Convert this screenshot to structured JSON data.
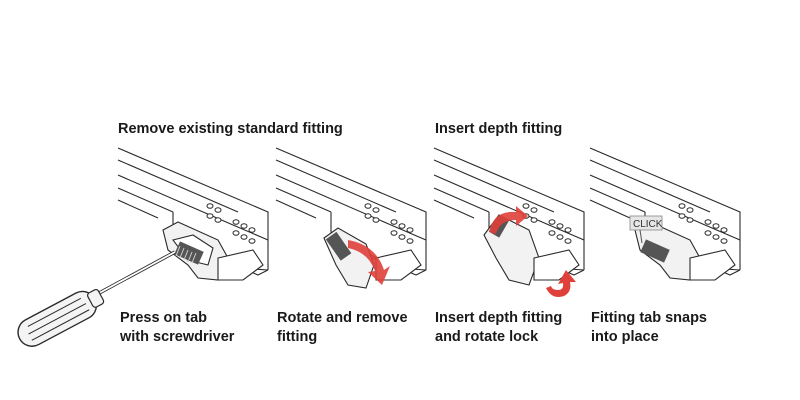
{
  "headings": {
    "remove": "Remove existing standard fitting",
    "insert": "Insert depth fitting"
  },
  "steps": [
    {
      "line1": "Press on tab",
      "line2": "with screwdriver"
    },
    {
      "line1": "Rotate and remove",
      "line2": "fitting"
    },
    {
      "line1": "Insert depth fitting",
      "line2": "and rotate lock"
    },
    {
      "line1": "Fitting tab snaps",
      "line2": "into place"
    }
  ],
  "click_text": "CLICK",
  "colors": {
    "arrow": "#e0403a",
    "line": "#2a2a2a",
    "fill": "#f2f2f2"
  }
}
